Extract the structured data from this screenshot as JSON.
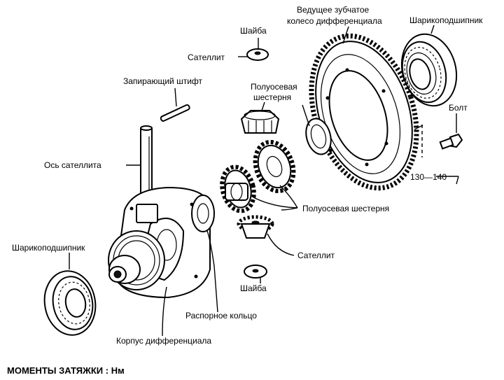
{
  "labels": {
    "washer_top": "Шайба",
    "satellite_top": "Сателлит",
    "ring_gear": "Ведущее зубчатое колесо дифференциала",
    "ring_gear_line1": "Ведущее зубчатое",
    "ring_gear_line2": "колесо дифференциала",
    "bearing_right": "Шарикоподшипник",
    "locking_pin": "Запирающий штифт",
    "side_gear_top_line1": "Полуосевая",
    "side_gear_top_line2": "шестерня",
    "bolt": "Болт",
    "pinion_shaft": "Ось сателлита",
    "torque_value": "130—140",
    "side_gear_bottom": "Полуосевая шестерня",
    "satellite_bottom": "Сателлит",
    "bearing_left": "Шарикоподшипник",
    "washer_bottom": "Шайба",
    "spacer_ring": "Распорное кольцо",
    "diff_case": "Корпус дифференциала",
    "footer": "МОМЕНТЫ ЗАТЯЖКИ : Нм"
  }
}
